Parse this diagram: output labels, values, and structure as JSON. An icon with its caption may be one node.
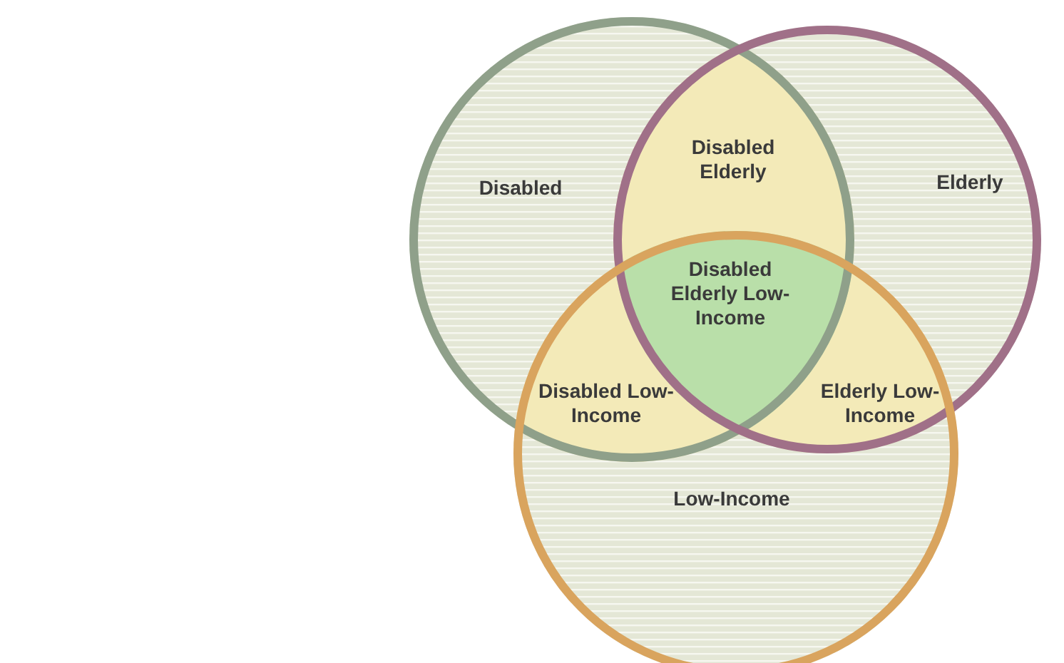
{
  "diagram": {
    "nodes": [
      {
        "text": [
          "Disabled"
        ]
      },
      {
        "text": [
          "Elderly"
        ]
      },
      {
        "text": [
          "Low-Income"
        ]
      }
    ],
    "labels": [
      "Disabled Elderly",
      "Disabled Elderly Low-Income",
      "Disabled Low-Income",
      "Elderly Low-Income"
    ]
  }
}
